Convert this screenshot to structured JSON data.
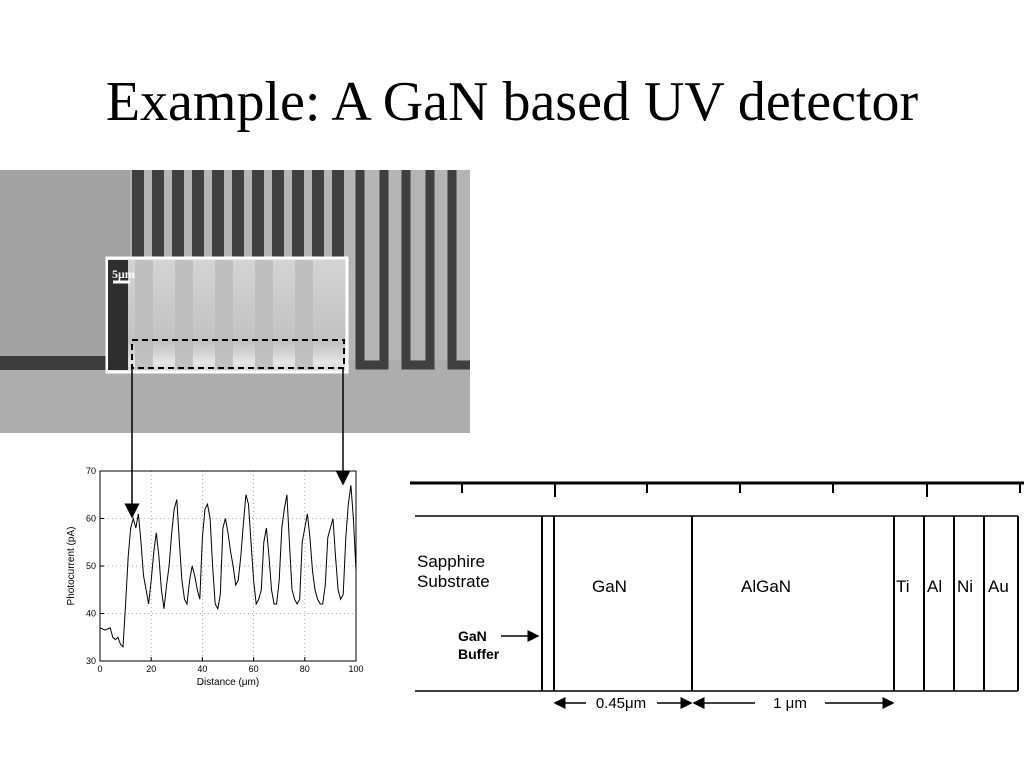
{
  "slide": {
    "title": "Example: A GaN based UV detector"
  },
  "micrograph": {
    "scale_bar_label": "5μm"
  },
  "chart_data": {
    "type": "line",
    "title": "",
    "xlabel": "Distance (μm)",
    "ylabel": "Photocurrent (pA)",
    "xlim": [
      0,
      100
    ],
    "ylim": [
      30,
      70
    ],
    "x_ticks": [
      "0",
      "20",
      "40",
      "60",
      "80",
      "100"
    ],
    "y_ticks": [
      "30",
      "40",
      "50",
      "60",
      "70"
    ],
    "grid": true,
    "series": [
      {
        "x": [
          0,
          2,
          4,
          5,
          6,
          7,
          8,
          9,
          10,
          11,
          12,
          13,
          14,
          15,
          16,
          17,
          18,
          19,
          20,
          21,
          22,
          23,
          24,
          25,
          26,
          27,
          28,
          29,
          30,
          31,
          32,
          33,
          34,
          35,
          36,
          37,
          38,
          39,
          40,
          41,
          42,
          43,
          44,
          45,
          46,
          47,
          48,
          49,
          50,
          51,
          52,
          53,
          54,
          55,
          56,
          57,
          58,
          59,
          60,
          61,
          62,
          63,
          64,
          65,
          66,
          67,
          68,
          69,
          70,
          71,
          72,
          73,
          74,
          75,
          76,
          77,
          78,
          79,
          80,
          81,
          82,
          83,
          84,
          85,
          86,
          87,
          88,
          89,
          90,
          91,
          92,
          93,
          94,
          95,
          96,
          97,
          98,
          99,
          100
        ],
        "y": [
          37,
          36.5,
          37,
          35,
          34.5,
          35,
          33.5,
          33,
          42,
          52,
          58,
          60,
          58,
          61,
          55,
          48,
          45,
          42,
          47,
          53,
          57,
          52,
          45,
          41,
          46,
          50,
          57,
          62,
          64,
          55,
          47,
          43,
          42,
          47,
          50,
          48,
          45,
          43,
          56,
          62,
          63,
          60,
          50,
          42,
          41,
          44,
          58,
          60,
          57,
          53,
          50,
          46,
          47,
          52,
          59,
          65,
          63,
          55,
          47,
          42,
          43,
          45,
          55,
          58,
          52,
          45,
          42,
          42,
          47,
          58,
          62,
          65,
          55,
          45,
          43,
          42,
          43,
          55,
          58,
          61,
          56,
          49,
          45,
          43,
          42,
          42,
          46,
          56,
          58,
          60,
          52,
          45,
          43,
          44,
          56,
          63,
          67,
          60,
          49
        ]
      }
    ]
  },
  "diagram": {
    "layers": [
      "Sapphire",
      "Substrate",
      "GaN",
      "Buffer",
      "GaN",
      "AlGaN",
      "Ti",
      "Al",
      "Ni",
      "Au"
    ],
    "dimensions": [
      "0.45μm",
      "1 μm"
    ]
  }
}
